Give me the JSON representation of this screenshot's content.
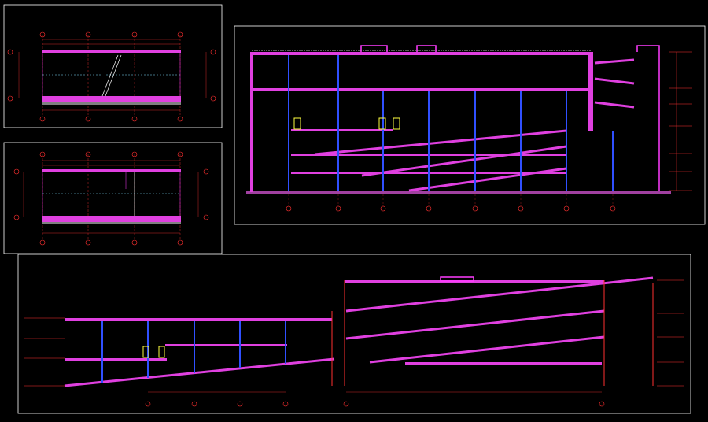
{
  "drawing": {
    "background": "#000000",
    "colors": {
      "frame": "#ffffff",
      "structure": "#ff3cff",
      "slab": "#e040e0",
      "column": "#3050ff",
      "dimension": "#ff3030",
      "axis_bubble": "#ff3030",
      "text": "#7fe0ff",
      "highlight": "#ffff40",
      "ground": "#b0b0b0"
    },
    "views": [
      {
        "id": "view-a",
        "title": "",
        "grid_top": [
          "",
          "",
          "",
          ""
        ],
        "grid_side": [
          "",
          ""
        ]
      },
      {
        "id": "view-b",
        "title": "",
        "grid_top": [
          "",
          "",
          "",
          ""
        ],
        "grid_side": [
          "",
          ""
        ]
      },
      {
        "id": "view-c",
        "title": "",
        "grid_bottom": [
          "",
          "",
          "",
          "",
          "",
          "",
          "",
          ""
        ]
      },
      {
        "id": "view-d",
        "title": "",
        "grid_bottom": [
          "",
          "",
          "",
          "",
          "",
          ""
        ]
      }
    ]
  }
}
